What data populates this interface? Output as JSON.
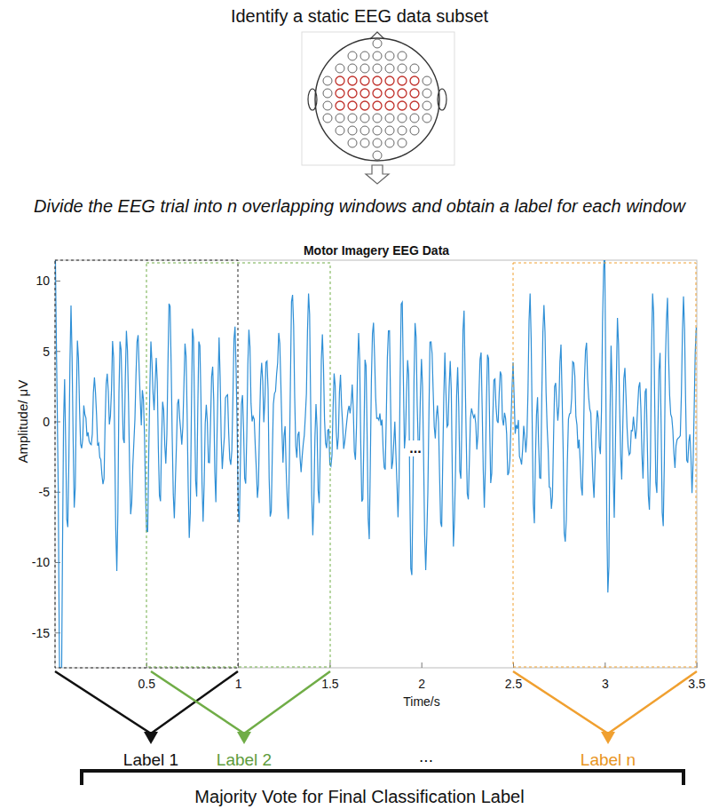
{
  "diagram": {
    "title": "Identify a static EEG data subset",
    "labels": [
      "Divide the EEG trial into n overlapping windows and obtain a label for each window",
      "Motor Imagery EEG Data",
      "Amplitude/ μV",
      "10",
      "5",
      "0",
      "-5",
      "-10",
      "-15",
      "0.5",
      "1",
      "1.5",
      "2",
      "2.5",
      "3",
      "3.5",
      "Time/s",
      "...",
      "Label 1",
      "Label 2",
      "...",
      "Label n",
      "Majority Vote for Final Classification Label"
    ]
  }
}
